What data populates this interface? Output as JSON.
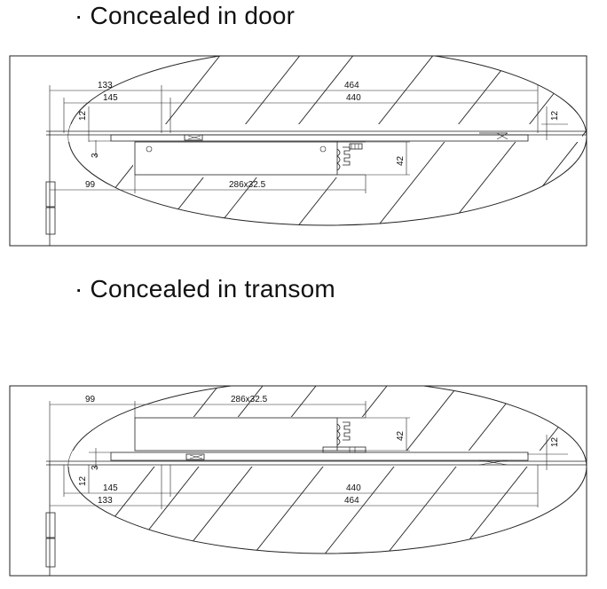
{
  "sections": [
    {
      "bullet": "·",
      "title": "Concealed in door",
      "dims": {
        "d133": "133",
        "d464": "464",
        "d145": "145",
        "d440": "440",
        "d12a": "12",
        "d12b": "12",
        "d3": "3",
        "d42": "42",
        "d99": "99",
        "d286": "286x32.5"
      }
    },
    {
      "bullet": "·",
      "title": "Concealed in transom",
      "dims": {
        "d99": "99",
        "d286": "286x32.5",
        "d42": "42",
        "d12a": "12",
        "d3": "3",
        "d12b": "12",
        "d145": "145",
        "d440": "440",
        "d133": "133",
        "d464": "464"
      }
    }
  ]
}
